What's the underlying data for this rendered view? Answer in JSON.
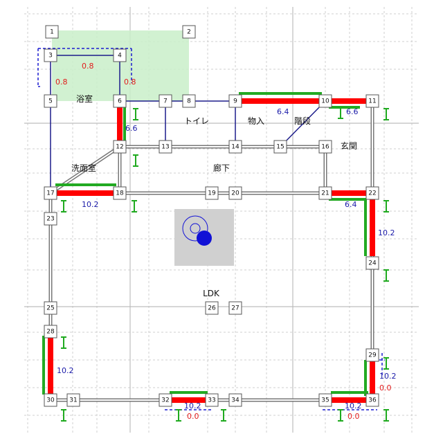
{
  "colors": {
    "wall": "#777777",
    "wall_inner": "#ffffff",
    "beam": "#1b1b8a",
    "highlight_red": "#ff0000",
    "highlight_green": "#22aa22",
    "bracket_blue": "#1a1ad0",
    "text_blue": "#1a1aa8",
    "text_red": "#e21b1b",
    "marker_green": "#1faa1f",
    "grid_dashed": "#cfcfcf",
    "grid_solid": "#bdbdbd",
    "overlay_green": "#c9efc9",
    "compass_box": "#d0d0d0",
    "compass_blue": "#1111d6"
  },
  "rooms": {
    "bath": "浴室",
    "toilet": "トイレ",
    "storage": "物入",
    "stairs": "階段",
    "entrance": "玄関",
    "washroom": "洗面室",
    "hallway": "廊下",
    "ldk": "LDK"
  },
  "nodes": [
    {
      "label": "1"
    },
    {
      "label": "2"
    },
    {
      "label": "3"
    },
    {
      "label": "4"
    },
    {
      "label": "5"
    },
    {
      "label": "6"
    },
    {
      "label": "7"
    },
    {
      "label": "8"
    },
    {
      "label": "9"
    },
    {
      "label": "10"
    },
    {
      "label": "11"
    },
    {
      "label": "12"
    },
    {
      "label": "13"
    },
    {
      "label": "14"
    },
    {
      "label": "15"
    },
    {
      "label": "16"
    },
    {
      "label": "17"
    },
    {
      "label": "18"
    },
    {
      "label": "19"
    },
    {
      "label": "20"
    },
    {
      "label": "21"
    },
    {
      "label": "22"
    },
    {
      "label": "23"
    },
    {
      "label": "24"
    },
    {
      "label": "25"
    },
    {
      "label": "26"
    },
    {
      "label": "27"
    },
    {
      "label": "28"
    },
    {
      "label": "29"
    },
    {
      "label": "30"
    },
    {
      "label": "31"
    },
    {
      "label": "32"
    },
    {
      "label": "33"
    },
    {
      "label": "34"
    },
    {
      "label": "35"
    },
    {
      "label": "36"
    }
  ],
  "dimensions": [
    {
      "text": "0.8",
      "color": "red"
    },
    {
      "text": "0.8",
      "color": "red"
    },
    {
      "text": "0.8",
      "color": "red"
    },
    {
      "text": "6.6",
      "color": "blue"
    },
    {
      "text": "6.4",
      "color": "blue"
    },
    {
      "text": "6.6",
      "color": "blue"
    },
    {
      "text": "10.2",
      "color": "blue"
    },
    {
      "text": "6.4",
      "color": "blue"
    },
    {
      "text": "10.2",
      "color": "blue"
    },
    {
      "text": "10.2",
      "color": "blue"
    },
    {
      "text": "10.2",
      "color": "blue"
    },
    {
      "text": "0.0",
      "color": "red"
    },
    {
      "text": "10.2",
      "color": "blue"
    },
    {
      "text": "0.0",
      "color": "red"
    },
    {
      "text": "10.2",
      "color": "blue"
    },
    {
      "text": "0.0",
      "color": "red"
    }
  ]
}
